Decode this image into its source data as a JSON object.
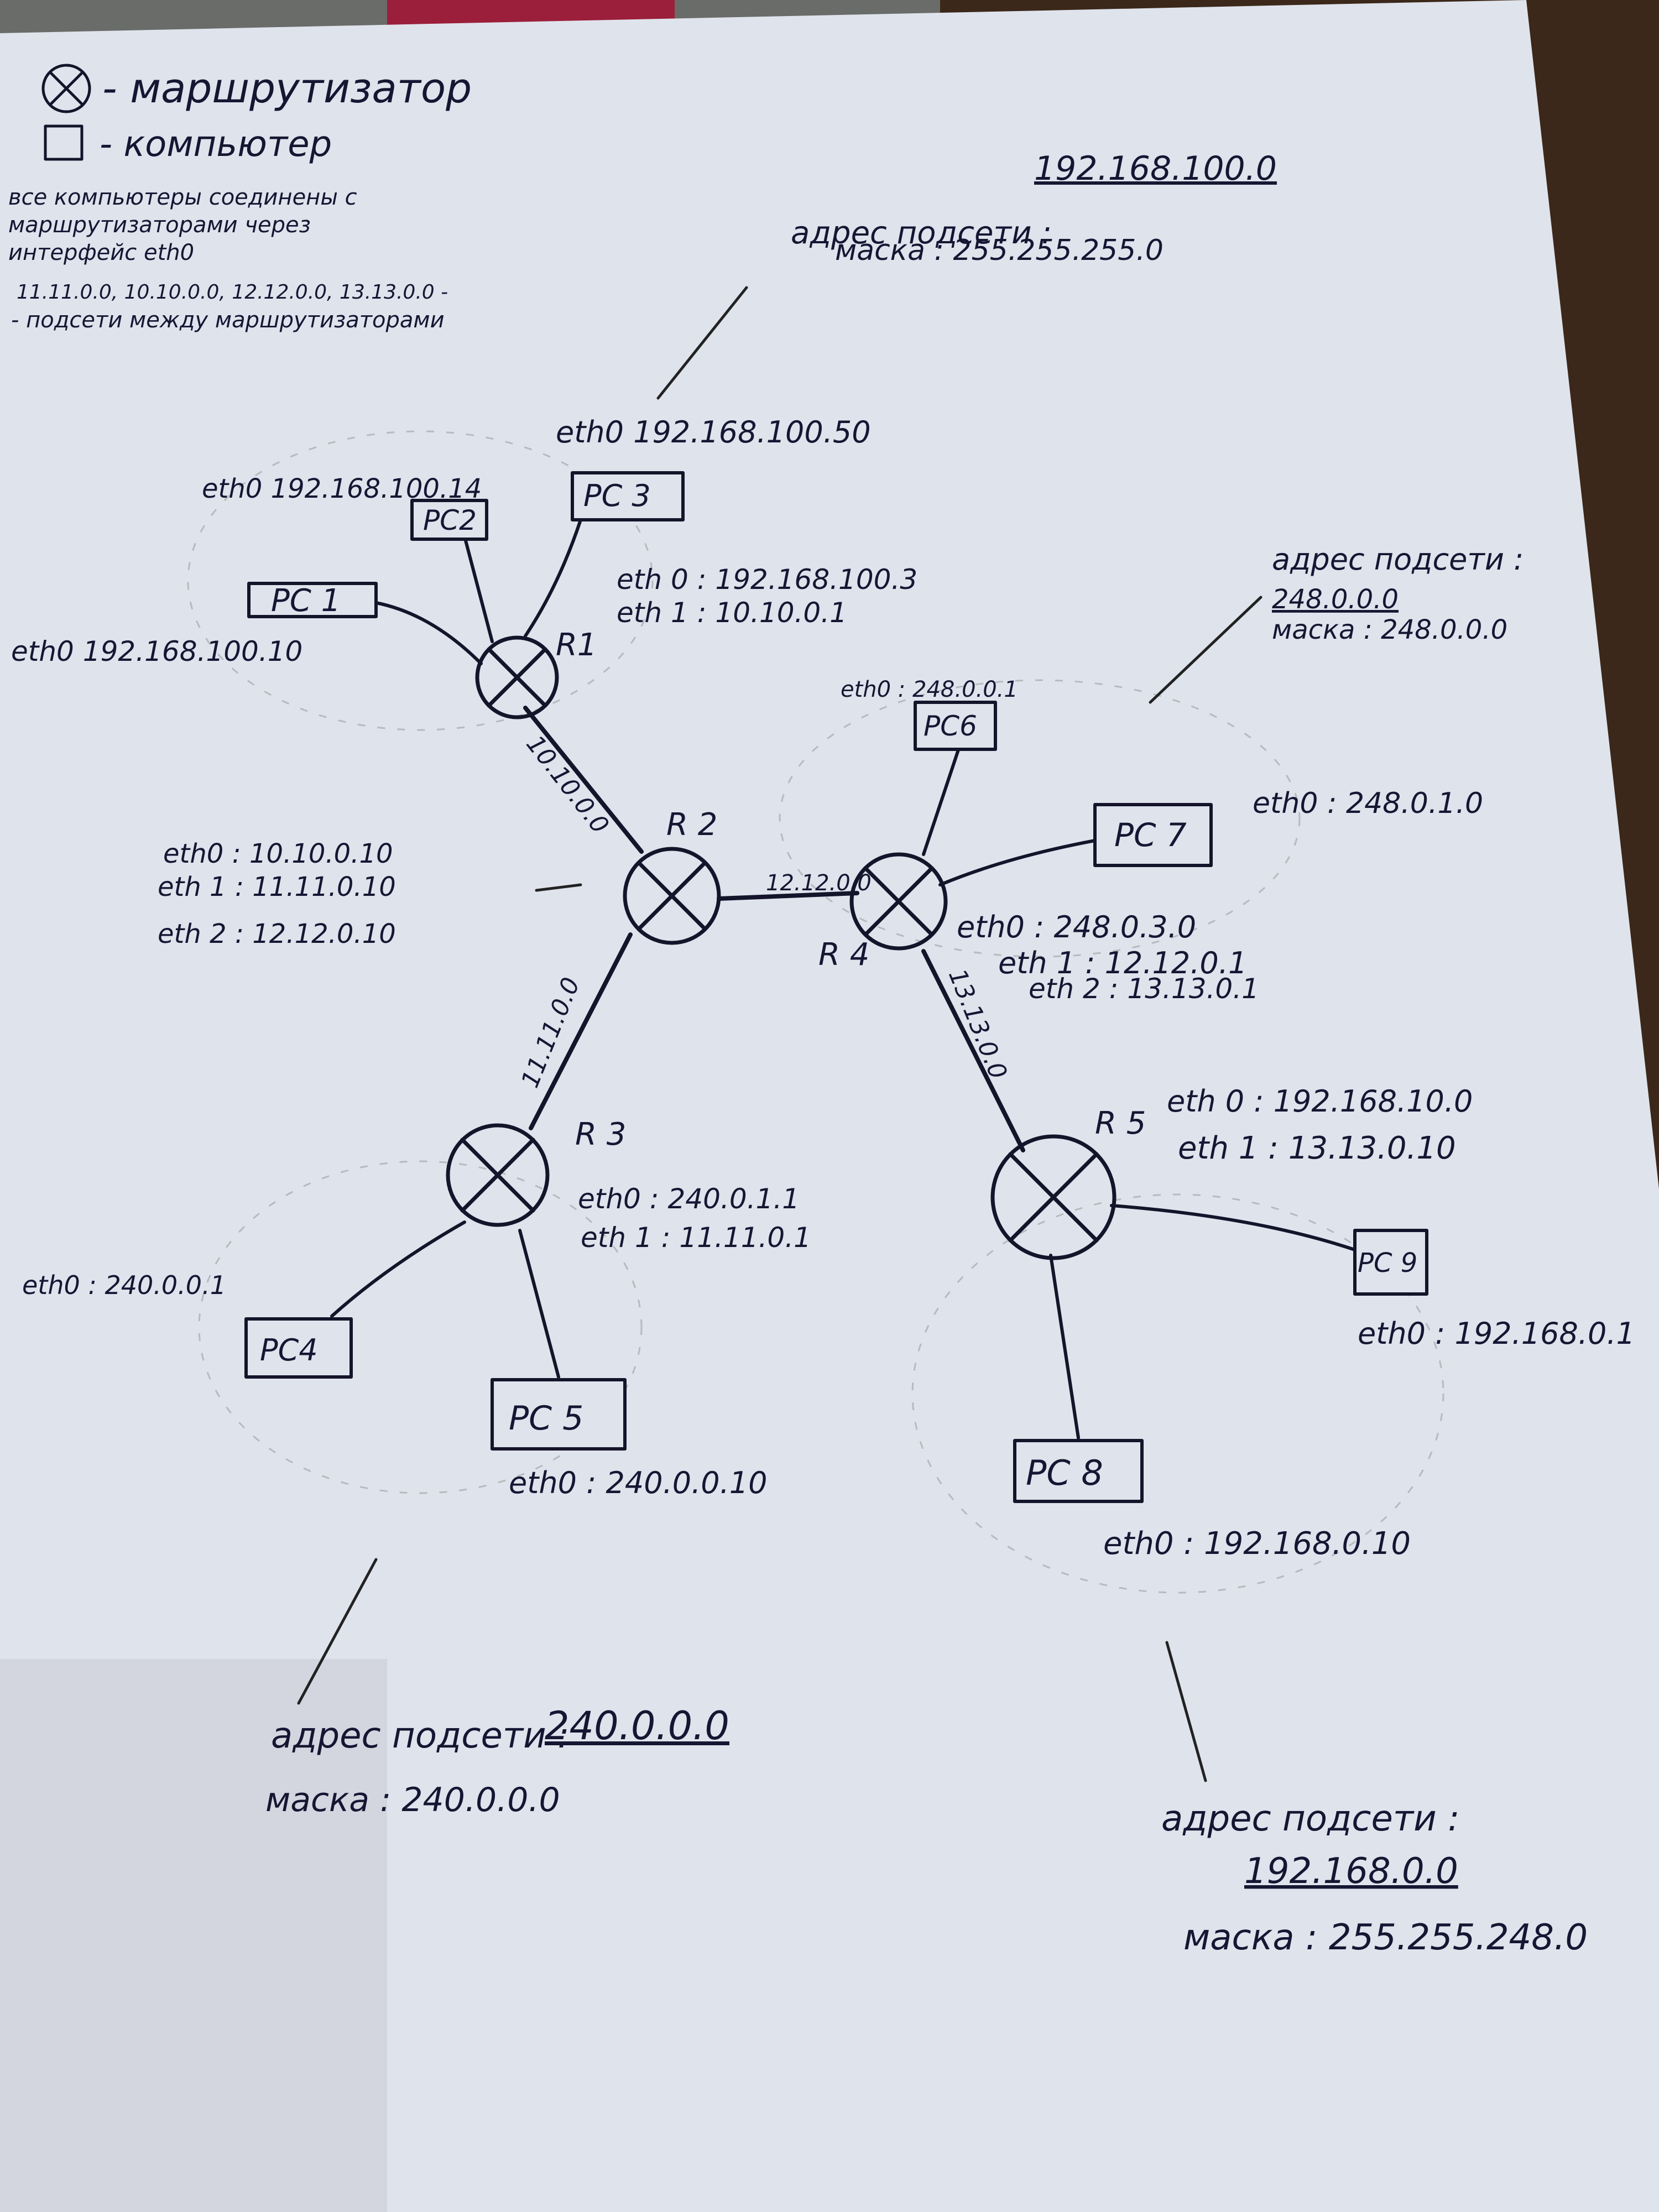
{
  "legend": {
    "router": "- маршрутизатор",
    "computer": "- компьютер",
    "note_lines": [
      "все компьютеры соединены с",
      "маршрутизаторами через",
      "интерфейс eth0"
    ],
    "subnets_line": "11.11.0.0, 10.10.0.0, 12.12.0.0, 13.13.0.0 -",
    "subnets_caption": "- подсети между маршрутизаторами"
  },
  "routers": [
    {
      "label": "R1",
      "ifaces": [
        "eth 0 : 192.168.100.3",
        "eth 1 : 10.10.0.1"
      ]
    },
    {
      "label": "R 2",
      "ifaces": [
        "eth0 : 10.10.0.10",
        "eth 1 : 11.11.0.10",
        "eth 2 : 12.12.0.10"
      ]
    },
    {
      "label": "R 3",
      "ifaces": [
        "eth0 : 240.0.1.1",
        "eth 1 : 11.11.0.1"
      ]
    },
    {
      "label": "R 4",
      "ifaces": [
        "eth0 : 248.0.3.0",
        "eth 1 : 12.12.0.1",
        "eth 2 : 13.13.0.1"
      ]
    },
    {
      "label": "R 5",
      "ifaces": [
        "eth 0 : 192.168.10.0",
        "eth 1 : 13.13.0.10"
      ]
    }
  ],
  "links": [
    "10.10.0.0",
    "11.11.0.0",
    "12.12.0.0",
    "13.13.0.0"
  ],
  "pcs": [
    {
      "label": "PC 1",
      "addr": "eth0 192.168.100.10"
    },
    {
      "label": "PC2",
      "addr": "eth0 192.168.100.14"
    },
    {
      "label": "PC 3",
      "addr": "eth0 192.168.100.50"
    },
    {
      "label": "PC4",
      "addr": "eth0 : 240.0.0.1"
    },
    {
      "label": "PC 5",
      "addr": "eth0 : 240.0.0.10"
    },
    {
      "label": "PC6",
      "addr": "eth0 : 248.0.0.1"
    },
    {
      "label": "PC 7",
      "addr": "eth0 : 248.0.1.0"
    },
    {
      "label": "PC 8",
      "addr": "eth0 : 192.168.0.10"
    },
    {
      "label": "PC 9",
      "addr": "eth0 : 192.168.0.1"
    }
  ],
  "subnets": [
    {
      "caption": "адрес подсети :",
      "address": "192.168.100.0",
      "mask": "маска : 255.255.255.0"
    },
    {
      "caption": "адрес подсети :",
      "address": "248.0.0.0",
      "mask": "маска : 248.0.0.0"
    },
    {
      "caption": "адрес подсети :",
      "address": "240.0.0.0",
      "mask": "маска : 240.0.0.0"
    },
    {
      "caption": "адрес подсети :",
      "address": "192.168.0.0",
      "mask": "маска : 255.255.248.0"
    }
  ]
}
